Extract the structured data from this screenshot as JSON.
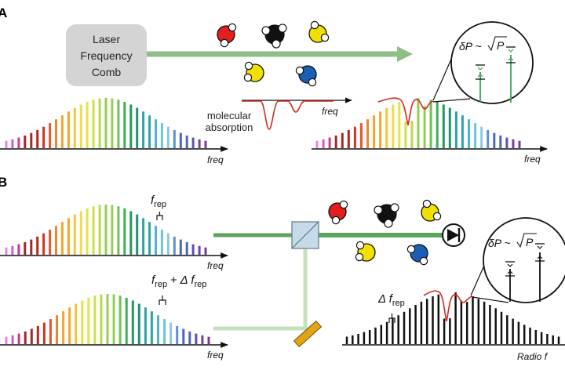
{
  "panels": {
    "a": "A",
    "b": "B"
  },
  "laser": {
    "line1": "Laser",
    "line2": "Frequency",
    "line3": "Comb"
  },
  "absorption": {
    "line1": "molecular",
    "line2": "absorption"
  },
  "axes": {
    "freq": "freq",
    "radio": "Radio f"
  },
  "labels": {
    "frep": "f",
    "frep_sub": "rep",
    "frep_plus": "+ Δ f",
    "delta": "Δ f",
    "eq_lhs": "δP ~",
    "eq_rhs": "P"
  },
  "colors": {
    "beam": "#8fbf86",
    "beam_light": "#c5e0bd",
    "beam_dark": "#5fa35a",
    "absorption": "#d12a20",
    "laser_box": "#d4d4d4",
    "splitter": "#c6dbe8",
    "mirror": "#e0a514",
    "marker_green": "#3aa15a"
  },
  "molecules": [
    {
      "name": "molecule-red",
      "color": "#e21e1e"
    },
    {
      "name": "molecule-black",
      "color": "#111111"
    },
    {
      "name": "molecule-yellow",
      "color": "#f2e000"
    },
    {
      "name": "molecule-blue",
      "color": "#1b5fb5"
    }
  ],
  "icons": [
    "photodetector-icon",
    "beam-splitter-icon",
    "mirror-icon"
  ]
}
